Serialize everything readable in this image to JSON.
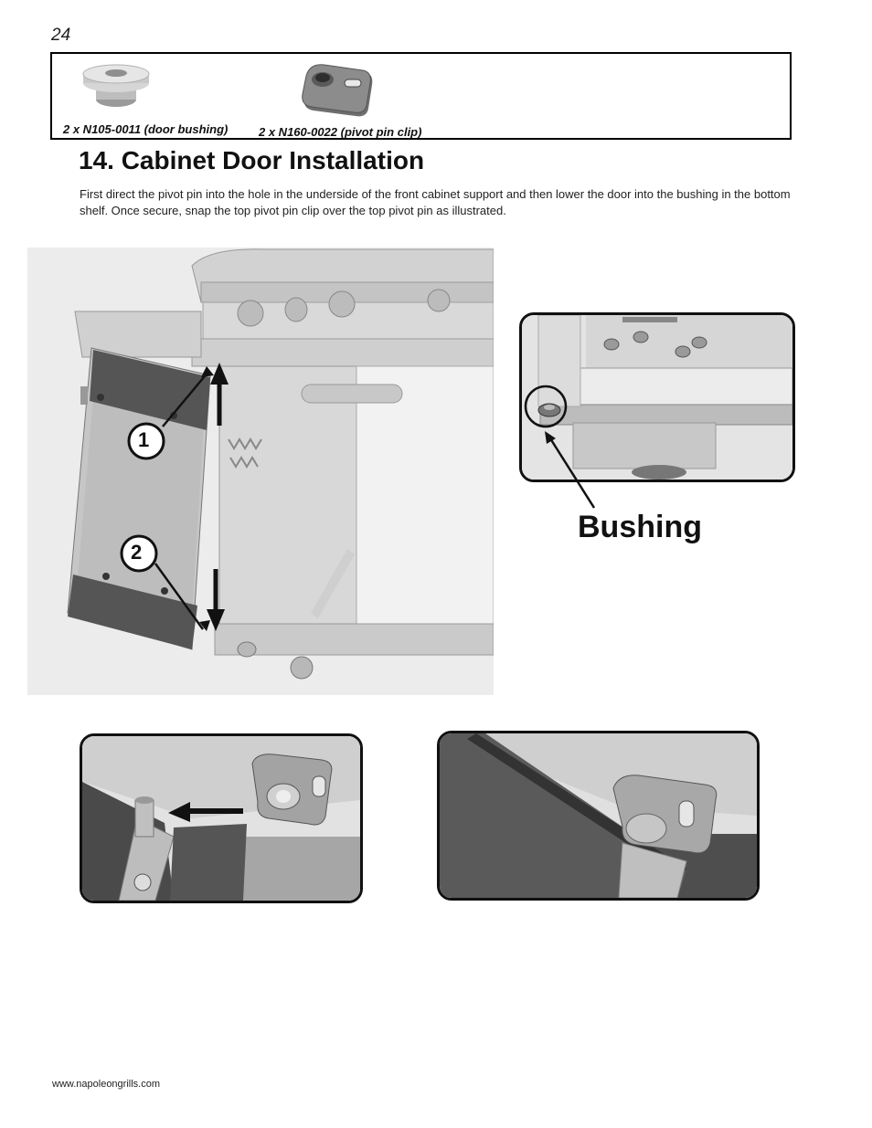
{
  "page_number": "24",
  "parts": [
    {
      "caption": "2 x N105-0011 (door bushing)",
      "icon": "door-bushing-part"
    },
    {
      "caption": "2 x N160-0022 (pivot pin clip)",
      "icon": "pivot-pin-clip-part"
    }
  ],
  "section_title": "14.  Cabinet Door Installation",
  "instructions": "First direct the pivot pin into the hole in the underside of the front cabinet support and then lower the door into the bushing in the bottom shelf.  Once secure, snap the top pivot pin clip over the top pivot pin as illustrated.",
  "figure_callouts": [
    "1",
    "2"
  ],
  "detail_label": "Bushing",
  "footer_url": "www.napoleongrills.com"
}
